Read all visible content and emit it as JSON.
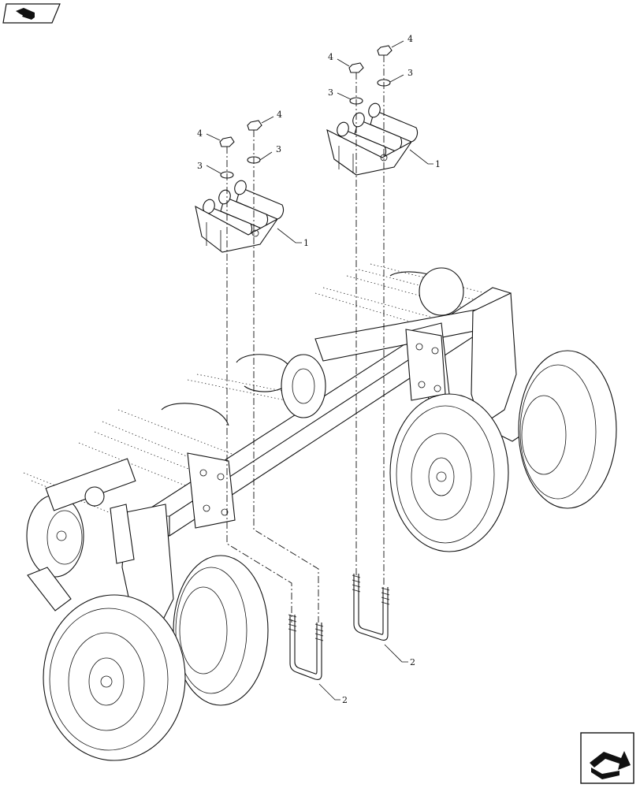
{
  "callouts": [
    {
      "id": "c-1-left",
      "text": "1"
    },
    {
      "id": "c-1-right",
      "text": "1"
    },
    {
      "id": "c-2-left",
      "text": "2"
    },
    {
      "id": "c-2-right",
      "text": "2"
    },
    {
      "id": "c-3-a",
      "text": "3"
    },
    {
      "id": "c-3-b",
      "text": "3"
    },
    {
      "id": "c-3-c",
      "text": "3"
    },
    {
      "id": "c-3-d",
      "text": "3"
    },
    {
      "id": "c-4-a",
      "text": "4"
    },
    {
      "id": "c-4-b",
      "text": "4"
    },
    {
      "id": "c-4-c",
      "text": "4"
    },
    {
      "id": "c-4-d",
      "text": "4"
    }
  ],
  "icons": {
    "top_left": "book-arrow-icon",
    "bottom_right": "next-page-arrow-icon"
  }
}
